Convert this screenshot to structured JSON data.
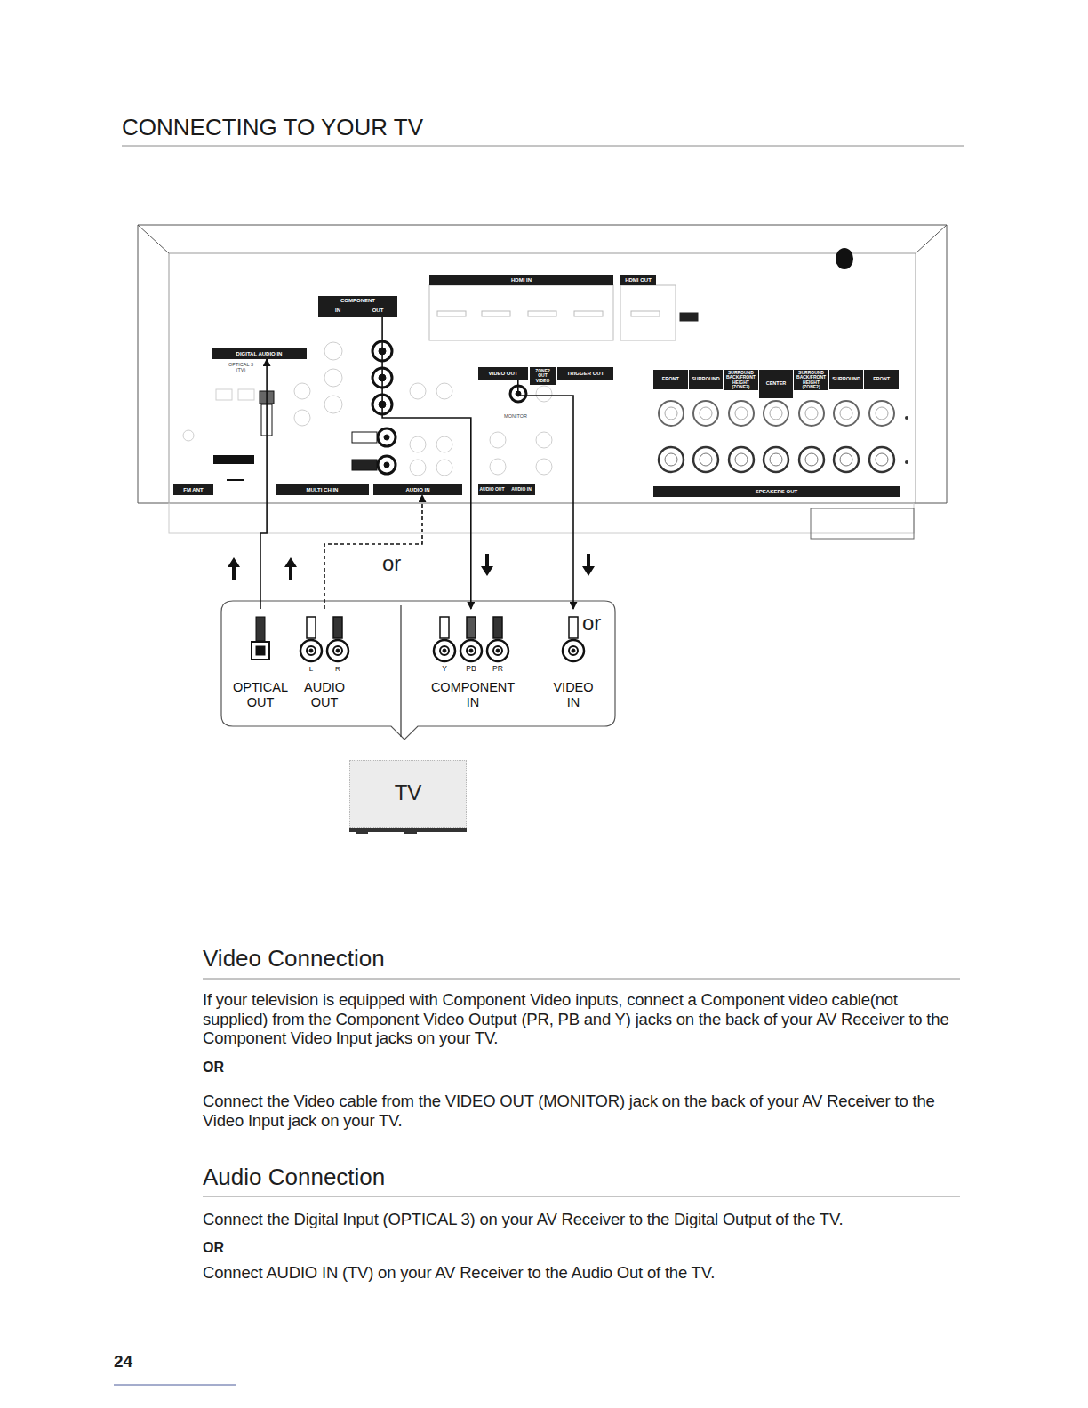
{
  "diagram": {
    "title": "CONNECTING TO YOUR TV",
    "nodes": [
      {
        "text": [
          "HDMI IN"
        ]
      },
      {
        "text": [
          "HDMI OUT"
        ]
      },
      {
        "text": [
          "COMPONENT",
          "IN",
          "OUT"
        ]
      },
      {
        "text": [
          "DIGITAL AUDIO IN"
        ]
      },
      {
        "text": [
          "VIDEO OUT"
        ]
      },
      {
        "text": [
          "ZONE2 OUT VIDEO"
        ]
      },
      {
        "text": [
          "TRIGGER OUT"
        ]
      },
      {
        "text": [
          "FRONT"
        ]
      },
      {
        "text": [
          "SURROUND"
        ]
      },
      {
        "text": [
          "SURROUND BACK/FRONT HEIGHT (ZONE2)"
        ]
      },
      {
        "text": [
          "CENTER"
        ]
      },
      {
        "text": [
          "SURROUND BACK/FRONT HEIGHT (ZONE2)"
        ]
      },
      {
        "text": [
          "SURROUND"
        ]
      },
      {
        "text": [
          "FRONT"
        ]
      },
      {
        "text": [
          "FM ANT"
        ]
      },
      {
        "text": [
          "MULTI CH IN"
        ]
      },
      {
        "text": [
          "AUDIO IN"
        ]
      },
      {
        "text": [
          "AUDIO OUT",
          "AUDIO IN"
        ]
      },
      {
        "text": [
          "SPEAKERS OUT"
        ]
      },
      {
        "text": [
          "OPTICAL OUT"
        ]
      },
      {
        "text": [
          "L",
          "R",
          "AUDIO OUT"
        ]
      },
      {
        "text": [
          "Y",
          "PB",
          "PR",
          "COMPONENT IN"
        ]
      },
      {
        "text": [
          "VIDEO IN"
        ]
      },
      {
        "text": [
          "TV"
        ]
      }
    ],
    "edges": [
      {
        "from": 19,
        "to": 3,
        "arrow": "to"
      },
      {
        "from": 20,
        "to": 16,
        "arrow": "to"
      },
      {
        "from": 2,
        "to": 21,
        "arrow": "to"
      },
      {
        "from": 4,
        "to": 22,
        "arrow": "to"
      }
    ],
    "labels": [
      "OPTICAL 3 (TV)",
      "MONITOR",
      "or",
      "or",
      "Video Connection",
      "If your television is equipped with Component Video inputs, connect a Component video cable(not supplied) from the Component Video Output (PR, PB and Y) jacks on the back of your AV Receiver to the Component Video Input jacks on your TV.",
      "OR",
      "Connect the Video cable from the VIDEO OUT (MONITOR) jack on the back of your AV Receiver to the Video Input jack on your TV.",
      "Audio Connection",
      "Connect the Digital Input (OPTICAL 3) on your AV Receiver to the Digital Output of the TV.",
      "OR",
      "Connect AUDIO IN (TV) on your AV Receiver to the Audio Out of the TV.",
      "24"
    ]
  }
}
